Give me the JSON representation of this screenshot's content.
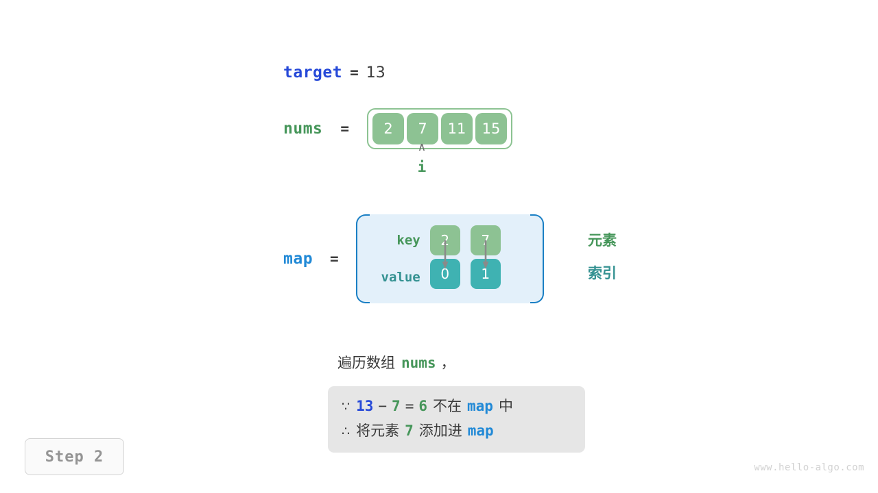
{
  "target": {
    "name": "target",
    "equals": "=",
    "value": "13"
  },
  "nums": {
    "name": "nums",
    "equals": "=",
    "cells": [
      "2",
      "7",
      "11",
      "15"
    ]
  },
  "pointer": {
    "caret": "∧",
    "label": "i",
    "index": 1
  },
  "map": {
    "name": "map",
    "equals": "=",
    "row_labels": {
      "key": "key",
      "value": "value"
    },
    "entries": [
      {
        "key": "2",
        "value": "0"
      },
      {
        "key": "7",
        "value": "1"
      }
    ],
    "annotations": {
      "key_meaning": "元素",
      "value_meaning": "索引"
    }
  },
  "caption": {
    "prefix": "遍历数组",
    "code": "nums",
    "suffix": "，"
  },
  "reasoning": {
    "line1": {
      "marker": "∵",
      "a": "13",
      "minus": "−",
      "b": "7",
      "eq": "=",
      "result": "6",
      "text": "不在",
      "map": "map",
      "tail": "中"
    },
    "line2": {
      "marker": "∴",
      "text": "将元素",
      "elem": "7",
      "text2": "添加进",
      "map": "map"
    }
  },
  "step": {
    "label": "Step 2"
  },
  "watermark": {
    "text": "www.hello-algo.com"
  },
  "colors": {
    "target_blue": "#2649d8",
    "map_blue": "#2189d6",
    "green": "#46965a",
    "teal": "#359292",
    "cell_green": "#8dc293",
    "cell_teal": "#3fb2b2",
    "map_bg": "#e3f0fa",
    "map_border": "#1a7fc4",
    "reason_bg": "#e6e6e6",
    "arrow_gray": "#8a8a8a",
    "text_dark": "#3b3b3b"
  }
}
